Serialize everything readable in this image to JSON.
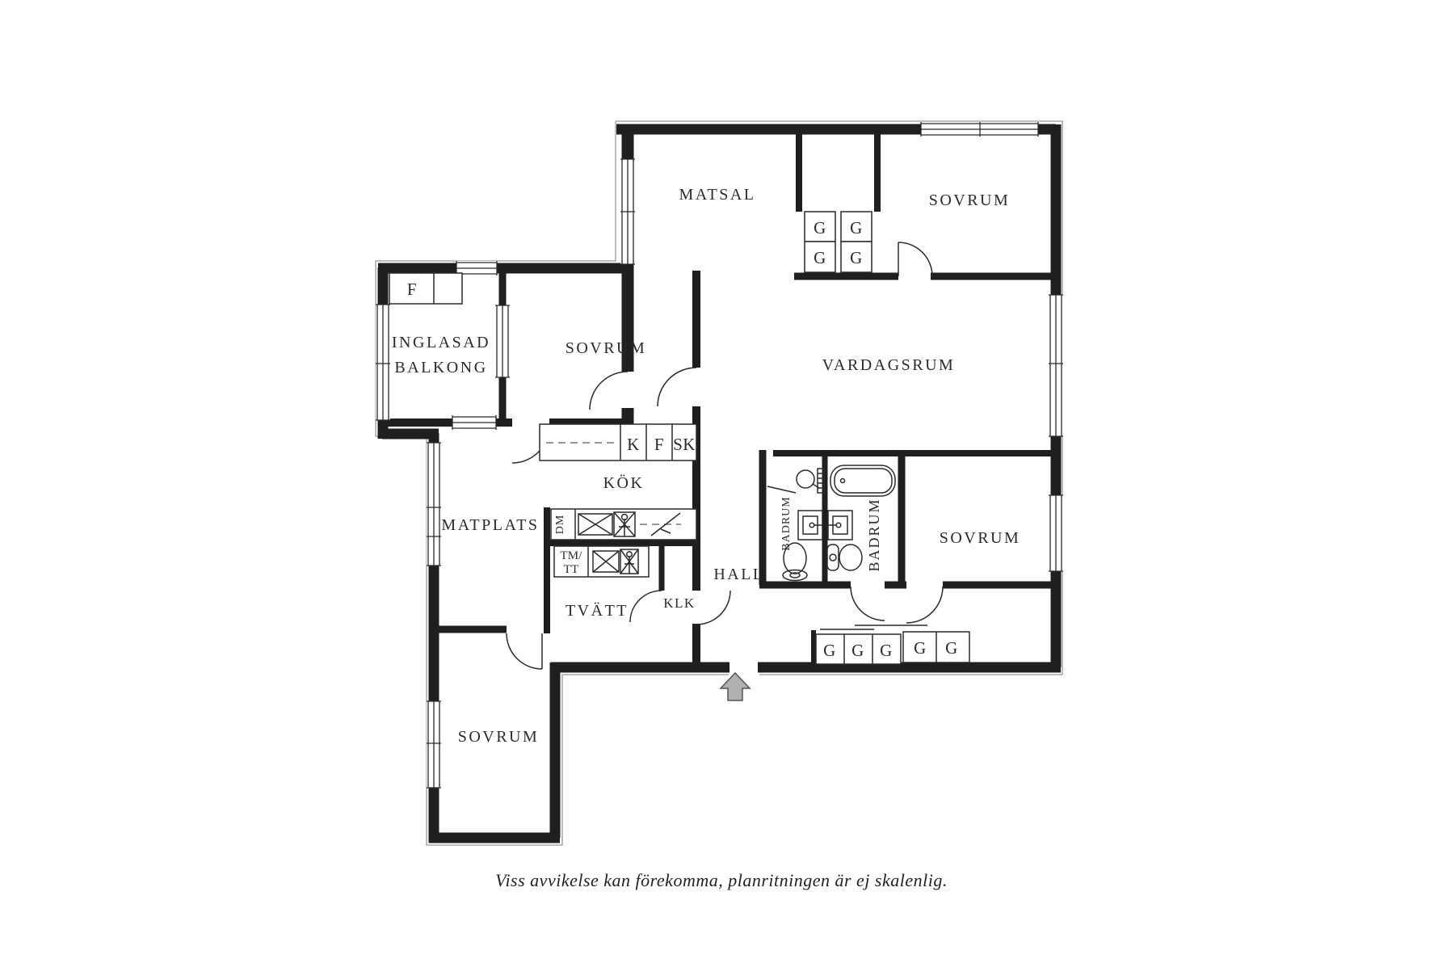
{
  "caption": "Viss avvikelse kan förekomma, planritningen är ej skalenlig.",
  "colors": {
    "wall": "#1f1f1f",
    "outer_outline": "#999999",
    "arrow_fill": "#b0b0b0",
    "arrow_stroke": "#555555",
    "label_text": "#2b2b2b"
  },
  "rooms": {
    "matsal": "MATSAL",
    "sovrum": "SOVRUM",
    "vardagsrum": "VARDAGSRUM",
    "inglasad": "INGLASAD",
    "balkong": "BALKONG",
    "kok": "KÖK",
    "matplats": "MATPLATS",
    "hall": "HALL",
    "tvatt": "TVÄTT",
    "klk": "KLK",
    "badrum": "BADRUM"
  },
  "fixtures": {
    "g": "G",
    "f_balkong": "F",
    "k": "K",
    "f_kok": "F",
    "sk": "SK",
    "dm": "DM",
    "tm": "TM/",
    "tt": "TT"
  }
}
